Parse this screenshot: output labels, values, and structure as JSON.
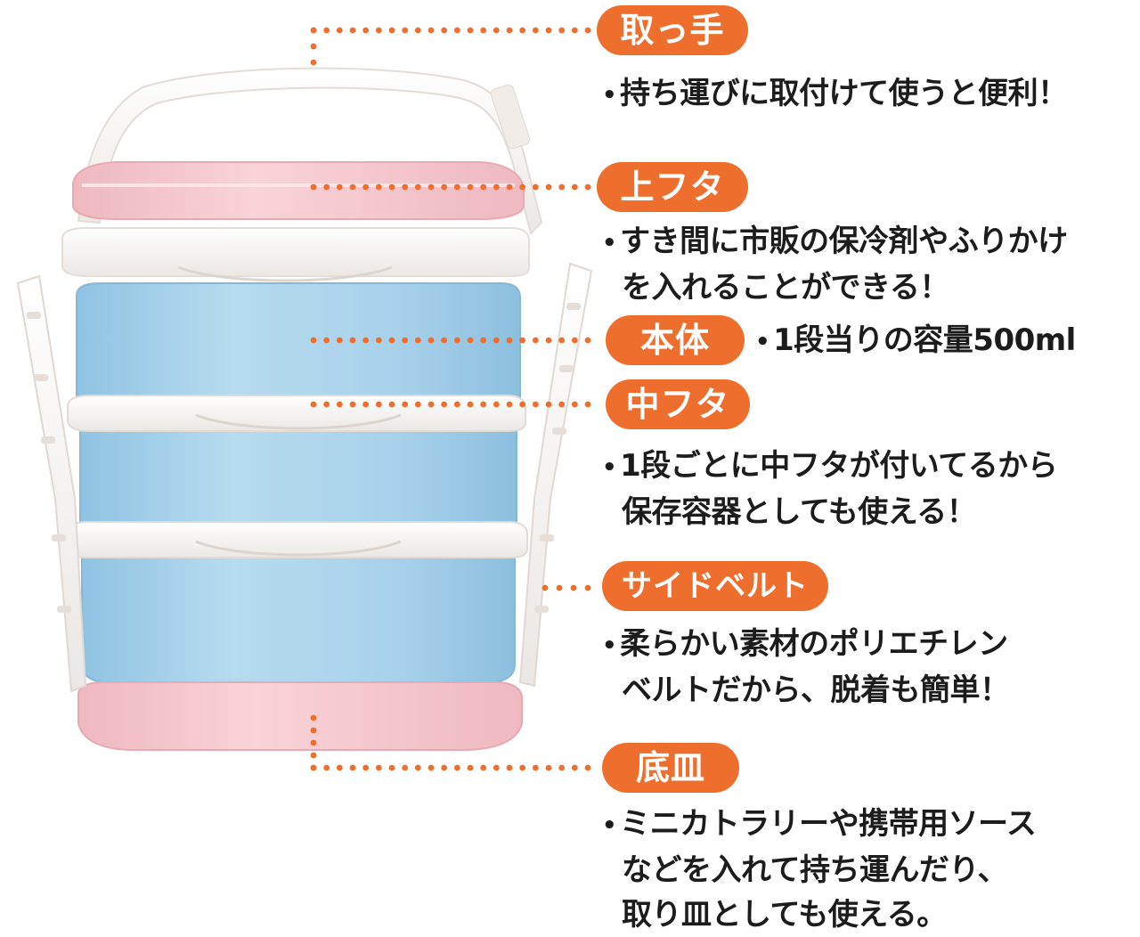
{
  "colors": {
    "accent": "#ee6f2d",
    "dot": "#ee6f2d",
    "lid_pink": "#f5c6cc",
    "body_blue": "#a9d2ea",
    "white_part": "#f8f6f4"
  },
  "callouts": [
    {
      "label": "取っ手",
      "lines": [
        "持ち運びに取付けて使うと便利！"
      ]
    },
    {
      "label": "上フタ",
      "lines": [
        "すき間に市販の保冷剤やふりかけ",
        "を入れることができる！"
      ]
    },
    {
      "label": "本体",
      "lines": [
        "1段当りの容量500ml"
      ]
    },
    {
      "label": "中フタ",
      "lines": [
        "1段ごとに中フタが付いてるから",
        "保存容器としても使える！"
      ]
    },
    {
      "label": "サイドベルト",
      "lines": [
        "柔らかい素材のポリエチレン",
        "ベルトだから、脱着も簡単！"
      ]
    },
    {
      "label": "底皿",
      "lines": [
        "ミニカトラリーや携帯用ソース",
        "などを入れて持ち運んだり、",
        "取り皿としても使える。"
      ]
    }
  ],
  "bullet": "•"
}
